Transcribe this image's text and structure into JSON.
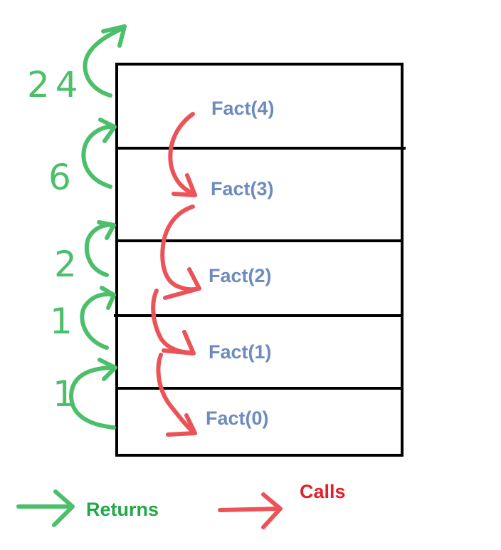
{
  "colors": {
    "returns": "#4cbf6a",
    "calls": "#ec5358",
    "frame_label": "#6d8bbd",
    "legend_returns_text": "#22a84a",
    "legend_calls_text": "#e0202a",
    "stack_border": "#000000"
  },
  "stack": {
    "frames": [
      {
        "label": "Fact(4)"
      },
      {
        "label": "Fact(3)"
      },
      {
        "label": "Fact(2)"
      },
      {
        "label": "Fact(1)"
      },
      {
        "label": "Fact(0)"
      }
    ]
  },
  "returns": {
    "values": [
      "24",
      "6",
      "2",
      "1",
      "1"
    ]
  },
  "legend": {
    "returns_label": "Returns",
    "calls_label": "Calls"
  }
}
